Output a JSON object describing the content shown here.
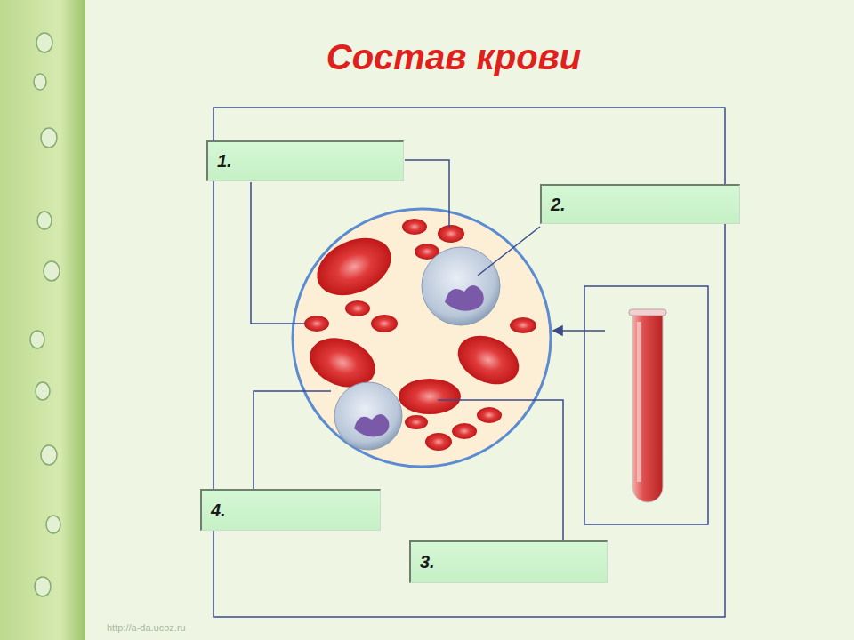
{
  "diagram": {
    "title": "Состав крови",
    "nodes": [
      {
        "text": [
          "1."
        ]
      },
      {
        "text": [
          "2."
        ]
      },
      {
        "text": [
          "3."
        ]
      },
      {
        "text": [
          "4."
        ]
      }
    ],
    "labels": [
      "http://a-da.ucoz.ru"
    ]
  }
}
